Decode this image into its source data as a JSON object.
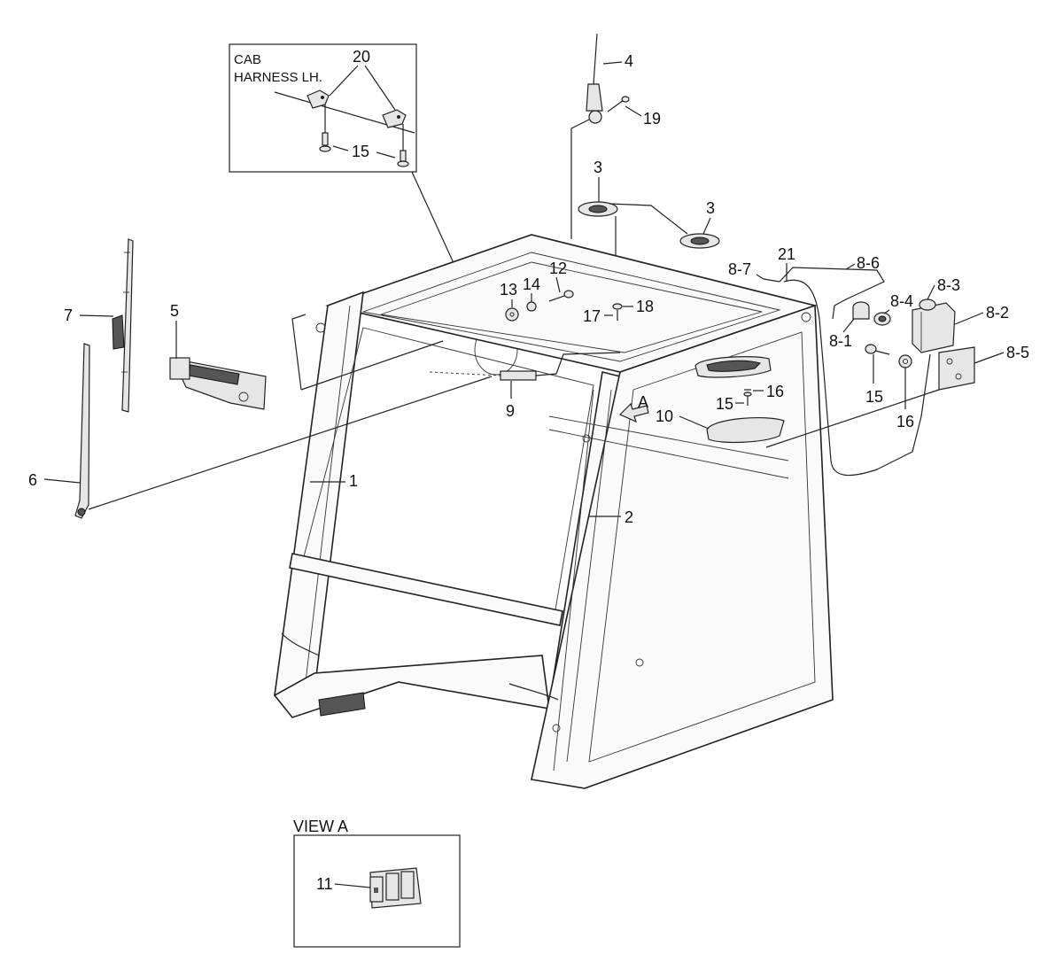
{
  "inset_top": {
    "label_line1": "CAB",
    "label_line2": "HARNESS LH.",
    "callouts": [
      "20",
      "15"
    ]
  },
  "view_a": {
    "title": "VIEW A",
    "callout": "11"
  },
  "callouts": {
    "c1": "1",
    "c2": "2",
    "c3a": "3",
    "c3b": "3",
    "c4": "4",
    "c5": "5",
    "c6": "6",
    "c7": "7",
    "c9": "9",
    "c10": "10",
    "c12": "12",
    "c13": "13",
    "c14": "14",
    "c15a": "15",
    "c15b": "15",
    "c16a": "16",
    "c16b": "16",
    "c17": "17",
    "c18": "18",
    "c19": "19",
    "c21": "21",
    "c81": "8-1",
    "c82": "8-2",
    "c83": "8-3",
    "c84": "8-4",
    "c85": "8-5",
    "c86": "8-6",
    "c87": "8-7",
    "cA": "A"
  }
}
